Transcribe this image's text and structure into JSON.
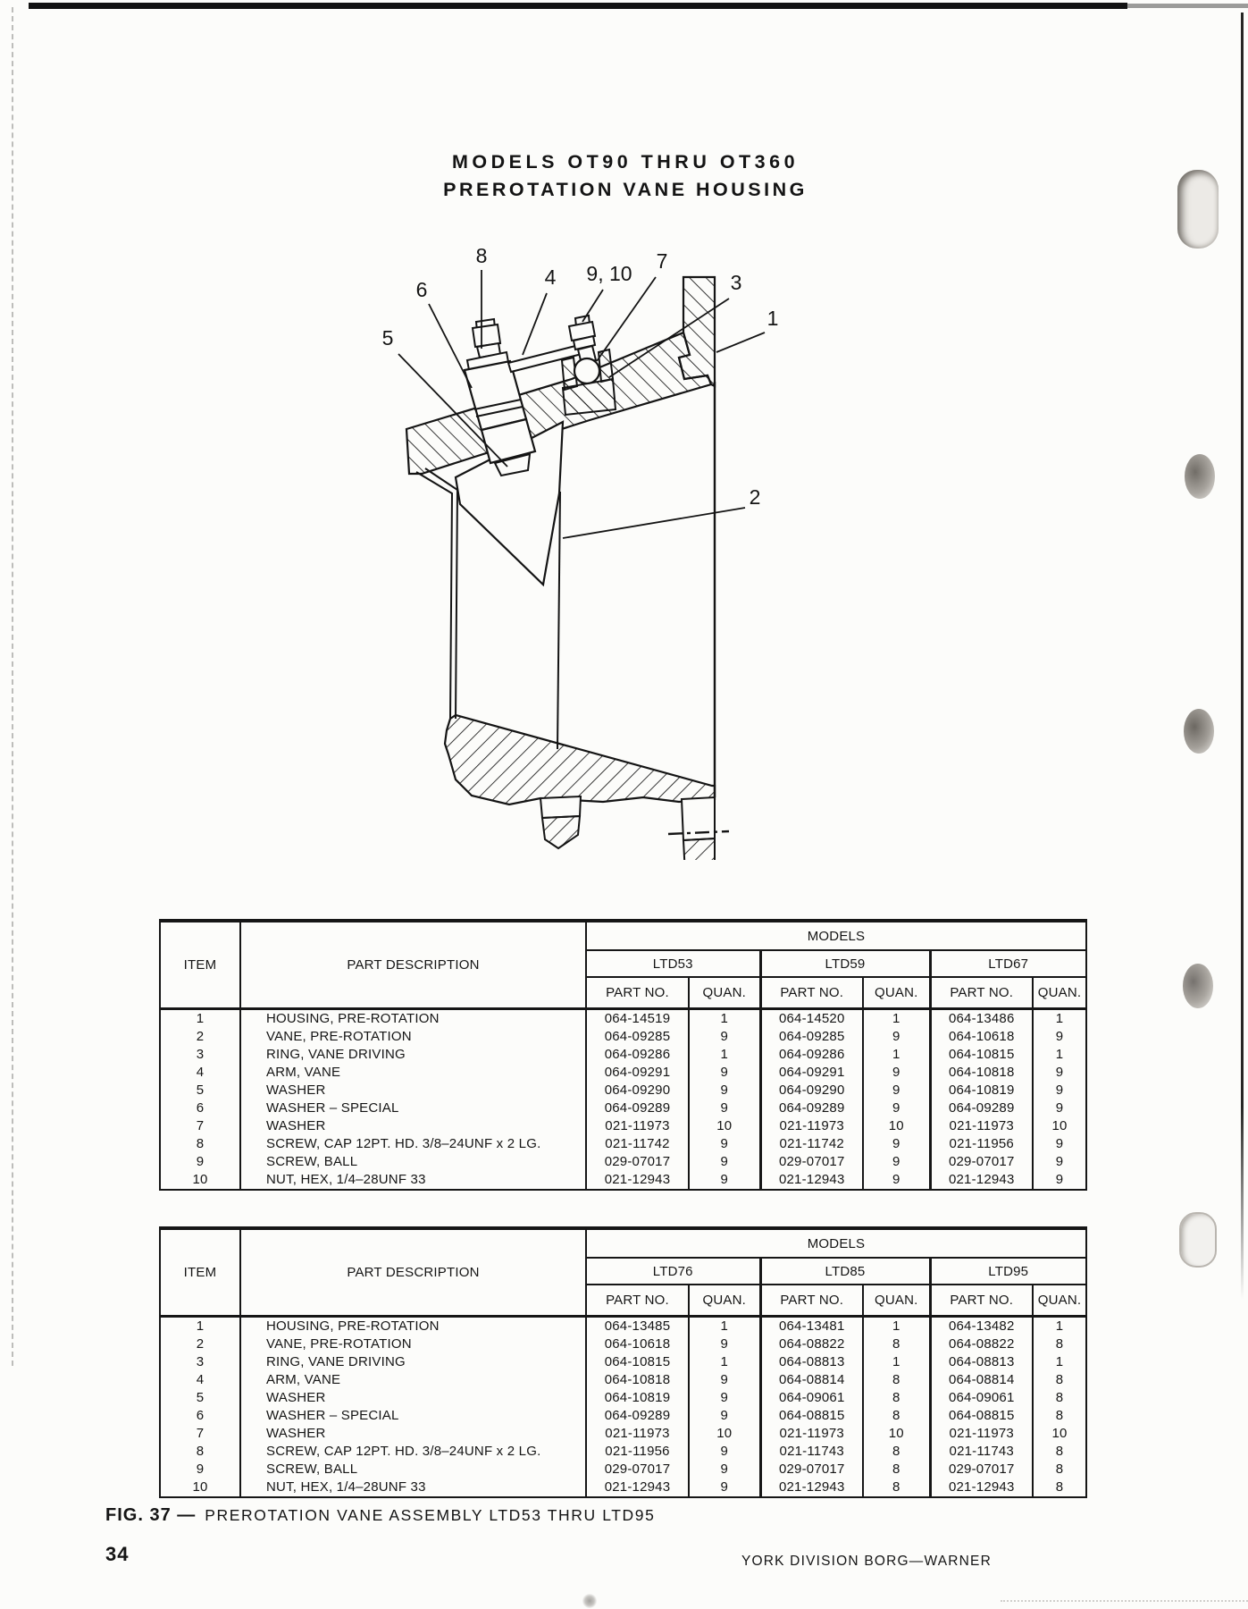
{
  "page": {
    "title_line1": "MODELS OT90 THRU OT360",
    "title_line2": "PREROTATION VANE HOUSING",
    "caption_fig": "FIG. 37 —",
    "caption_text": "PREROTATION VANE ASSEMBLY LTD53 THRU LTD95",
    "page_number": "34",
    "footer": "YORK DIVISION   BORG—WARNER"
  },
  "figure": {
    "callouts": [
      {
        "label": "8"
      },
      {
        "label": "6"
      },
      {
        "label": "4"
      },
      {
        "label": "9, 10"
      },
      {
        "label": "7"
      },
      {
        "label": "3"
      },
      {
        "label": "5"
      },
      {
        "label": "1"
      },
      {
        "label": "2"
      }
    ]
  },
  "tables": [
    {
      "item_header": "ITEM",
      "desc_header": "PART DESCRIPTION",
      "models_header": "MODELS",
      "part_no_header": "PART NO.",
      "quan_header": "QUAN.",
      "models": [
        "LTD53",
        "LTD59",
        "LTD67"
      ],
      "rows": [
        {
          "item": "1",
          "desc": "HOUSING, PRE-ROTATION",
          "cols": [
            [
              "064-14519",
              "1"
            ],
            [
              "064-14520",
              "1"
            ],
            [
              "064-13486",
              "1"
            ]
          ]
        },
        {
          "item": "2",
          "desc": "VANE, PRE-ROTATION",
          "cols": [
            [
              "064-09285",
              "9"
            ],
            [
              "064-09285",
              "9"
            ],
            [
              "064-10618",
              "9"
            ]
          ]
        },
        {
          "item": "3",
          "desc": "RING, VANE DRIVING",
          "cols": [
            [
              "064-09286",
              "1"
            ],
            [
              "064-09286",
              "1"
            ],
            [
              "064-10815",
              "1"
            ]
          ]
        },
        {
          "item": "4",
          "desc": "ARM, VANE",
          "cols": [
            [
              "064-09291",
              "9"
            ],
            [
              "064-09291",
              "9"
            ],
            [
              "064-10818",
              "9"
            ]
          ]
        },
        {
          "item": "5",
          "desc": "WASHER",
          "cols": [
            [
              "064-09290",
              "9"
            ],
            [
              "064-09290",
              "9"
            ],
            [
              "064-10819",
              "9"
            ]
          ]
        },
        {
          "item": "6",
          "desc": "WASHER – SPECIAL",
          "cols": [
            [
              "064-09289",
              "9"
            ],
            [
              "064-09289",
              "9"
            ],
            [
              "064-09289",
              "9"
            ]
          ]
        },
        {
          "item": "7",
          "desc": "WASHER",
          "cols": [
            [
              "021-11973",
              "10"
            ],
            [
              "021-11973",
              "10"
            ],
            [
              "021-11973",
              "10"
            ]
          ]
        },
        {
          "item": "8",
          "desc": "SCREW, CAP 12PT. HD. 3/8–24UNF x 2 LG.",
          "cols": [
            [
              "021-11742",
              "9"
            ],
            [
              "021-11742",
              "9"
            ],
            [
              "021-11956",
              "9"
            ]
          ]
        },
        {
          "item": "9",
          "desc": "SCREW, BALL",
          "cols": [
            [
              "029-07017",
              "9"
            ],
            [
              "029-07017",
              "9"
            ],
            [
              "029-07017",
              "9"
            ]
          ]
        },
        {
          "item": "10",
          "desc": "NUT, HEX, 1/4–28UNF 33",
          "cols": [
            [
              "021-12943",
              "9"
            ],
            [
              "021-12943",
              "9"
            ],
            [
              "021-12943",
              "9"
            ]
          ]
        }
      ]
    },
    {
      "item_header": "ITEM",
      "desc_header": "PART DESCRIPTION",
      "models_header": "MODELS",
      "part_no_header": "PART NO.",
      "quan_header": "QUAN.",
      "models": [
        "LTD76",
        "LTD85",
        "LTD95"
      ],
      "rows": [
        {
          "item": "1",
          "desc": "HOUSING, PRE-ROTATION",
          "cols": [
            [
              "064-13485",
              "1"
            ],
            [
              "064-13481",
              "1"
            ],
            [
              "064-13482",
              "1"
            ]
          ]
        },
        {
          "item": "2",
          "desc": "VANE, PRE-ROTATION",
          "cols": [
            [
              "064-10618",
              "9"
            ],
            [
              "064-08822",
              "8"
            ],
            [
              "064-08822",
              "8"
            ]
          ]
        },
        {
          "item": "3",
          "desc": "RING, VANE DRIVING",
          "cols": [
            [
              "064-10815",
              "1"
            ],
            [
              "064-08813",
              "1"
            ],
            [
              "064-08813",
              "1"
            ]
          ]
        },
        {
          "item": "4",
          "desc": "ARM, VANE",
          "cols": [
            [
              "064-10818",
              "9"
            ],
            [
              "064-08814",
              "8"
            ],
            [
              "064-08814",
              "8"
            ]
          ]
        },
        {
          "item": "5",
          "desc": "WASHER",
          "cols": [
            [
              "064-10819",
              "9"
            ],
            [
              "064-09061",
              "8"
            ],
            [
              "064-09061",
              "8"
            ]
          ]
        },
        {
          "item": "6",
          "desc": "WASHER – SPECIAL",
          "cols": [
            [
              "064-09289",
              "9"
            ],
            [
              "064-08815",
              "8"
            ],
            [
              "064-08815",
              "8"
            ]
          ]
        },
        {
          "item": "7",
          "desc": "WASHER",
          "cols": [
            [
              "021-11973",
              "10"
            ],
            [
              "021-11973",
              "10"
            ],
            [
              "021-11973",
              "10"
            ]
          ]
        },
        {
          "item": "8",
          "desc": "SCREW, CAP 12PT. HD. 3/8–24UNF x 2 LG.",
          "cols": [
            [
              "021-11956",
              "9"
            ],
            [
              "021-11743",
              "8"
            ],
            [
              "021-11743",
              "8"
            ]
          ]
        },
        {
          "item": "9",
          "desc": "SCREW, BALL",
          "cols": [
            [
              "029-07017",
              "9"
            ],
            [
              "029-07017",
              "8"
            ],
            [
              "029-07017",
              "8"
            ]
          ]
        },
        {
          "item": "10",
          "desc": "NUT, HEX, 1/4–28UNF 33",
          "cols": [
            [
              "021-12943",
              "9"
            ],
            [
              "021-12943",
              "8"
            ],
            [
              "021-12943",
              "8"
            ]
          ]
        }
      ]
    }
  ]
}
